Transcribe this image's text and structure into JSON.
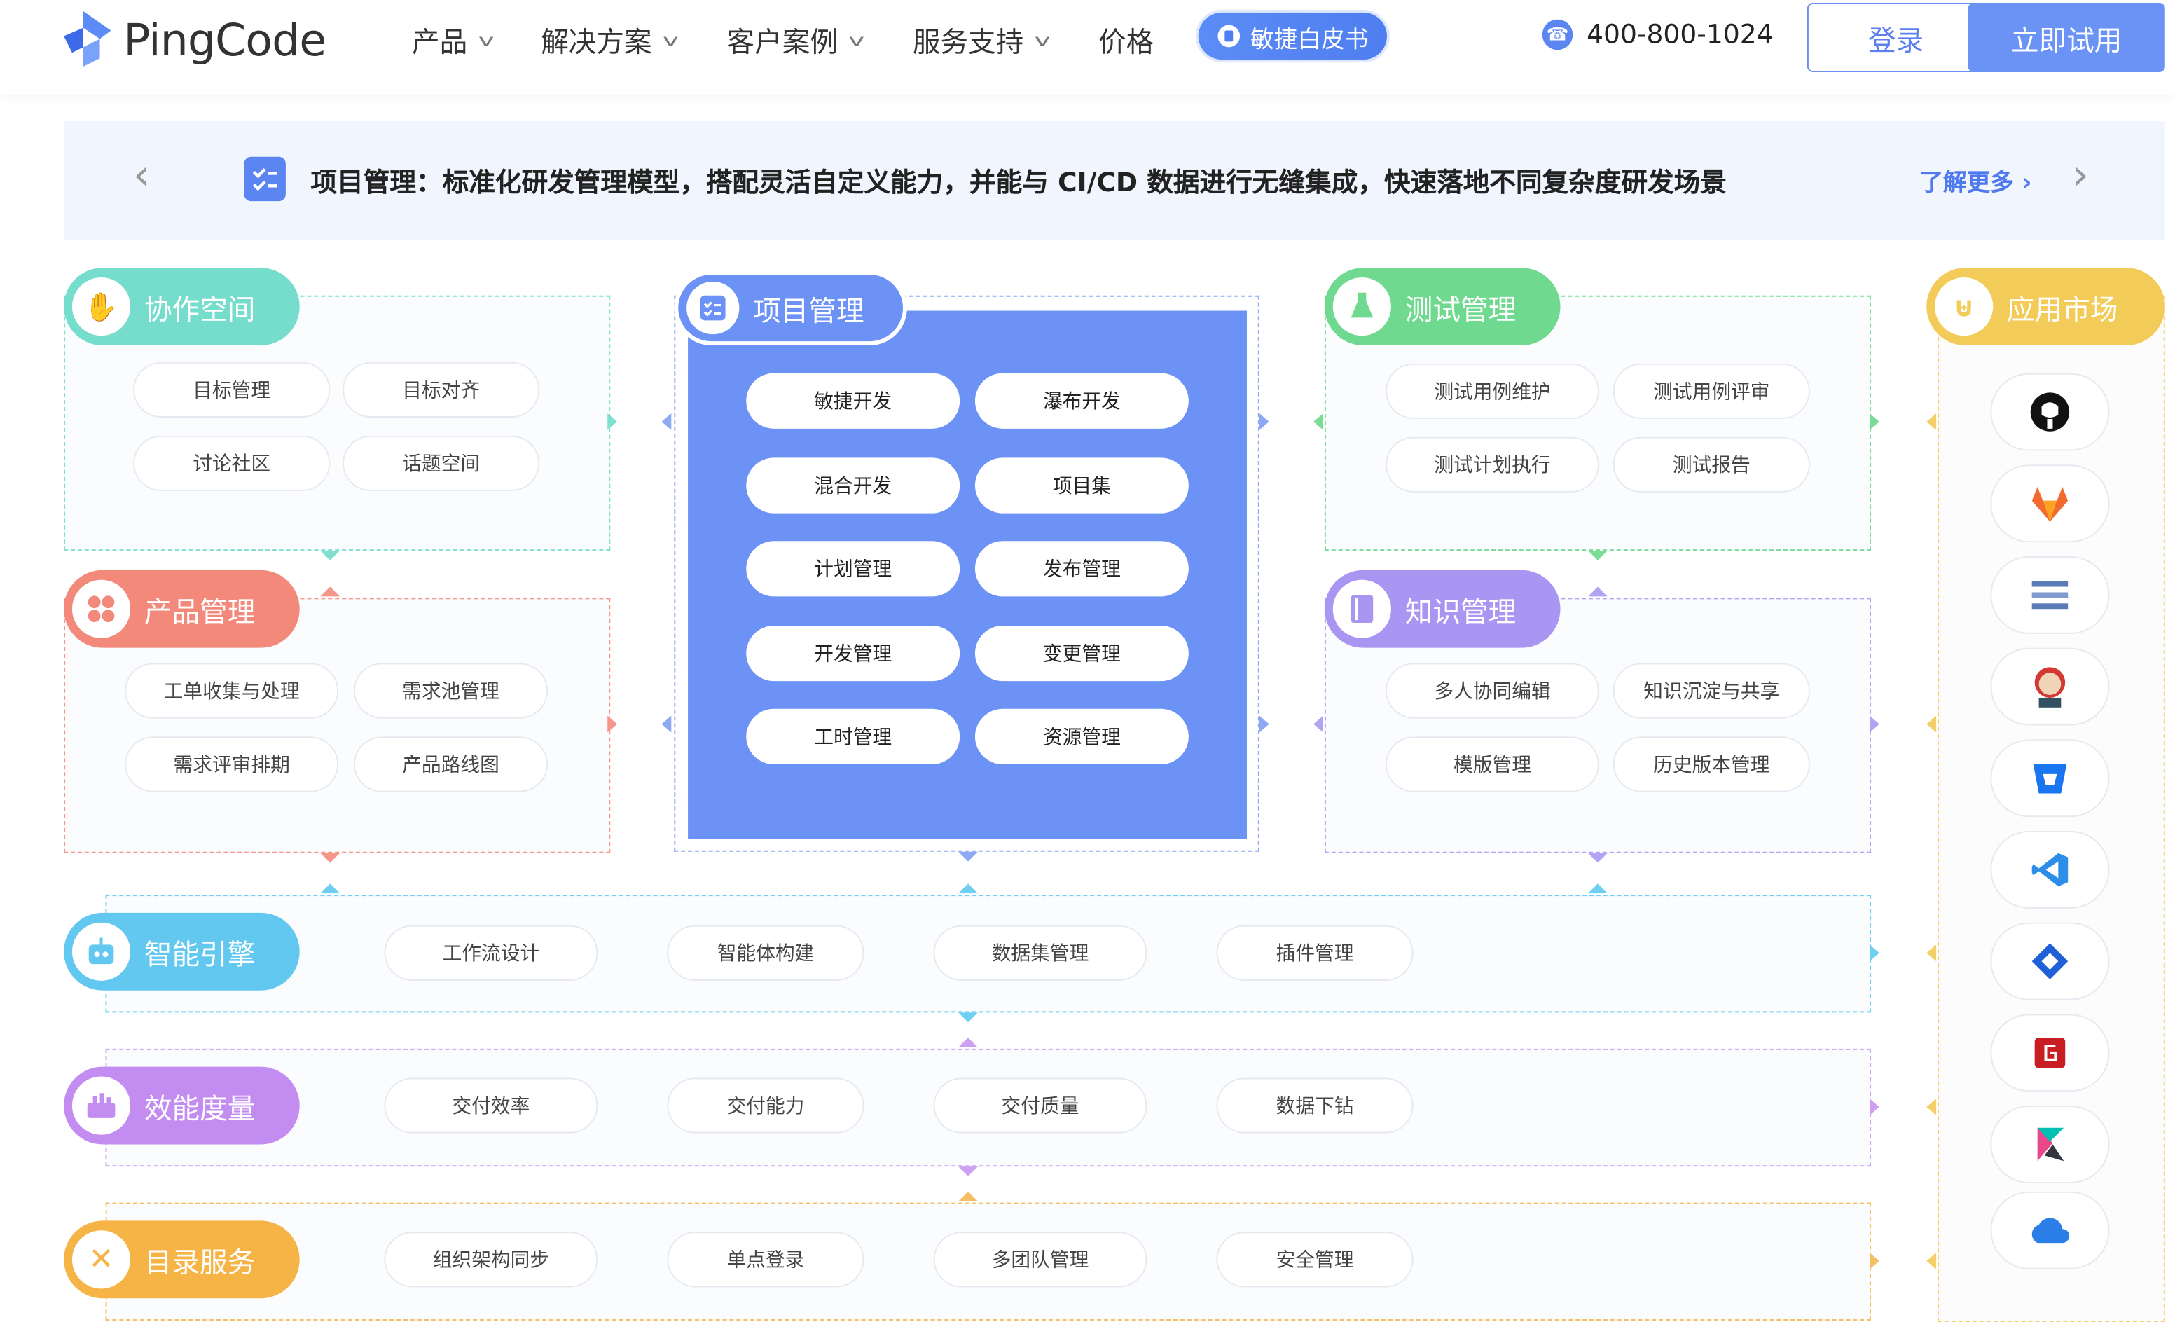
{
  "header": {
    "brand": "PingCode",
    "nav": [
      {
        "label": "产品",
        "chevron": true
      },
      {
        "label": "解决方案",
        "chevron": true
      },
      {
        "label": "客户案例",
        "chevron": true
      },
      {
        "label": "服务支持",
        "chevron": true
      },
      {
        "label": "价格",
        "chevron": false
      }
    ],
    "whitepaper": "敏捷白皮书",
    "phone": "400-800-1024",
    "login": "登录",
    "trial": "立即试用"
  },
  "banner": {
    "text": "项目管理：标准化研发管理模型，搭配灵活自定义能力，并能与 CI/CD 数据进行无缝集成，快速落地不同复杂度研发场景",
    "link": "了解更多"
  },
  "collab": {
    "title": "协作空间",
    "items": [
      "目标管理",
      "目标对齐",
      "讨论社区",
      "话题空间"
    ]
  },
  "product": {
    "title": "产品管理",
    "items": [
      "工单收集与处理",
      "需求池管理",
      "需求评审排期",
      "产品路线图"
    ]
  },
  "project": {
    "title": "项目管理",
    "items": [
      "敏捷开发",
      "瀑布开发",
      "混合开发",
      "项目集",
      "计划管理",
      "发布管理",
      "开发管理",
      "变更管理",
      "工时管理",
      "资源管理"
    ]
  },
  "testing": {
    "title": "测试管理",
    "items": [
      "测试用例维护",
      "测试用例评审",
      "测试计划执行",
      "测试报告"
    ]
  },
  "knowledge": {
    "title": "知识管理",
    "items": [
      "多人协同编辑",
      "知识沉淀与共享",
      "模版管理",
      "历史版本管理"
    ]
  },
  "engine": {
    "title": "智能引擎",
    "items": [
      "工作流设计",
      "智能体构建",
      "数据集管理",
      "插件管理"
    ]
  },
  "metrics": {
    "title": "效能度量",
    "items": [
      "交付效率",
      "交付能力",
      "交付质量",
      "数据下钻"
    ]
  },
  "directory": {
    "title": "目录服务",
    "items": [
      "组织架构同步",
      "单点登录",
      "多团队管理",
      "安全管理"
    ]
  },
  "market": {
    "title": "应用市场",
    "icons": [
      "github-icon",
      "gitlab-icon",
      "stack-icon",
      "jenkins-icon",
      "bucket-icon",
      "vscode-icon",
      "git-diamond-icon",
      "gitee-icon",
      "kibana-icon",
      "cloud-icon"
    ]
  },
  "colors": {
    "collab": "#6fdcca",
    "product": "#f28b7b",
    "project": "#6c92f6",
    "testing": "#6fd98f",
    "knowledge": "#a996f2",
    "engine": "#62c8ef",
    "metrics": "#c38cf0",
    "directory": "#f5b445",
    "market": "#f3cb58"
  }
}
